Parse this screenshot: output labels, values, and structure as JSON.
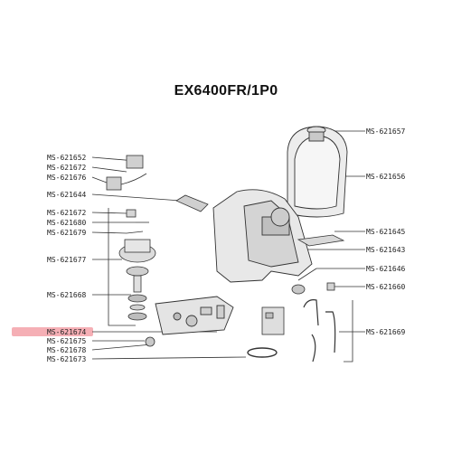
{
  "title": "EX6400FR/1P0",
  "highlight_color": "#f3a1a8",
  "highlighted_part": "MS-621674",
  "labels_left": [
    "MS-621652",
    "MS-621672",
    "MS-621676",
    "MS-621644",
    "MS-621672",
    "MS-621680",
    "MS-621679",
    "MS-621677",
    "MS-621668",
    "MS-621674",
    "MS-621675",
    "MS-621678",
    "MS-621673"
  ],
  "labels_right": [
    "MS-621657",
    "MS-621656",
    "MS-621645",
    "MS-621643",
    "MS-621646",
    "MS-621660",
    "MS-621669"
  ]
}
